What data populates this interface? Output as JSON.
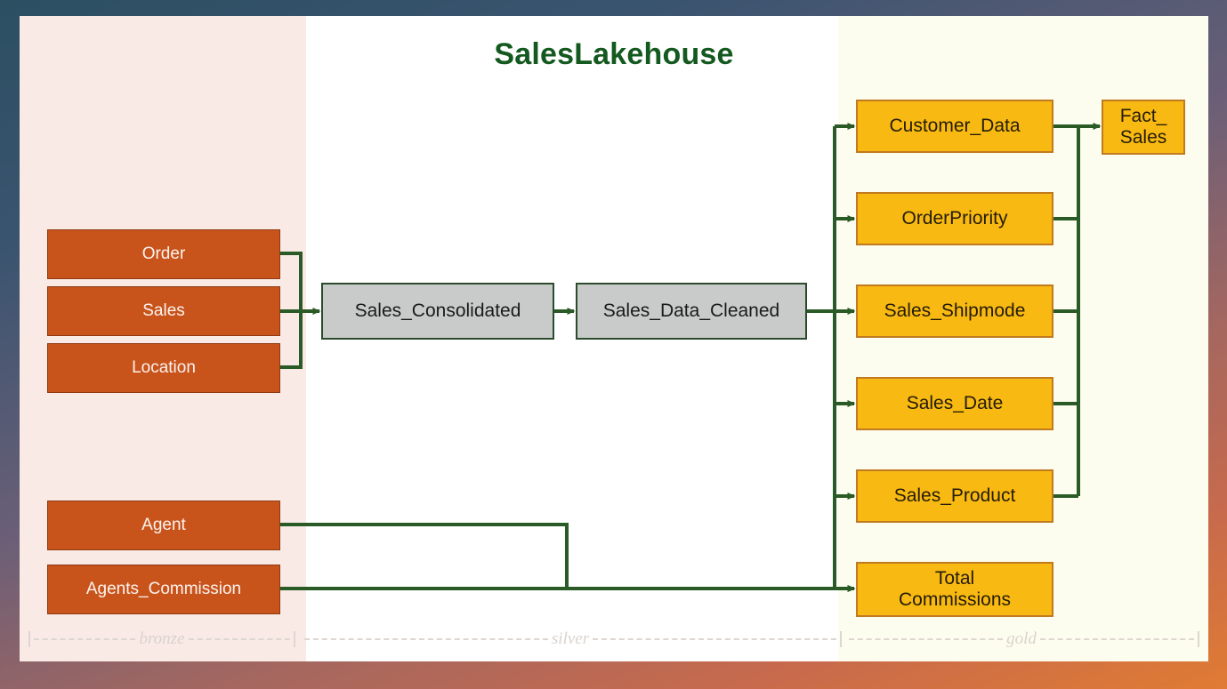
{
  "diagram": {
    "title": "SalesLakehouse",
    "layers": [
      {
        "key": "bronze",
        "label": "bronze",
        "panel_color": "#f9eae5"
      },
      {
        "key": "silver",
        "label": "silver",
        "panel_color": "#ffffff"
      },
      {
        "key": "gold",
        "label": "gold",
        "panel_color": "#fdfdef"
      }
    ],
    "colors": {
      "title": "#14591f",
      "bronze_node": "#c8541c",
      "silver_node": "#c9cbca",
      "gold_node": "#f8b912",
      "connector": "#2a5a25",
      "ruler_text": "#d9d2cd"
    },
    "bronze_nodes": [
      {
        "label": "Order"
      },
      {
        "label": "Sales"
      },
      {
        "label": "Location"
      },
      {
        "label": "Agent"
      },
      {
        "label": "Agents_Commission"
      }
    ],
    "silver_nodes": [
      {
        "label": "Sales_Consolidated"
      },
      {
        "label": "Sales_Data_Cleaned"
      }
    ],
    "gold_nodes": [
      {
        "label": "Customer_Data"
      },
      {
        "label": "OrderPriority"
      },
      {
        "label": "Sales_Shipmode"
      },
      {
        "label": "Sales_Date"
      },
      {
        "label": "Sales_Product"
      },
      {
        "label": "Total\nCommissions",
        "line1": "Total",
        "line2": "Commissions"
      }
    ],
    "fact_node": {
      "line1": "Fact_",
      "line2": "Sales"
    }
  }
}
